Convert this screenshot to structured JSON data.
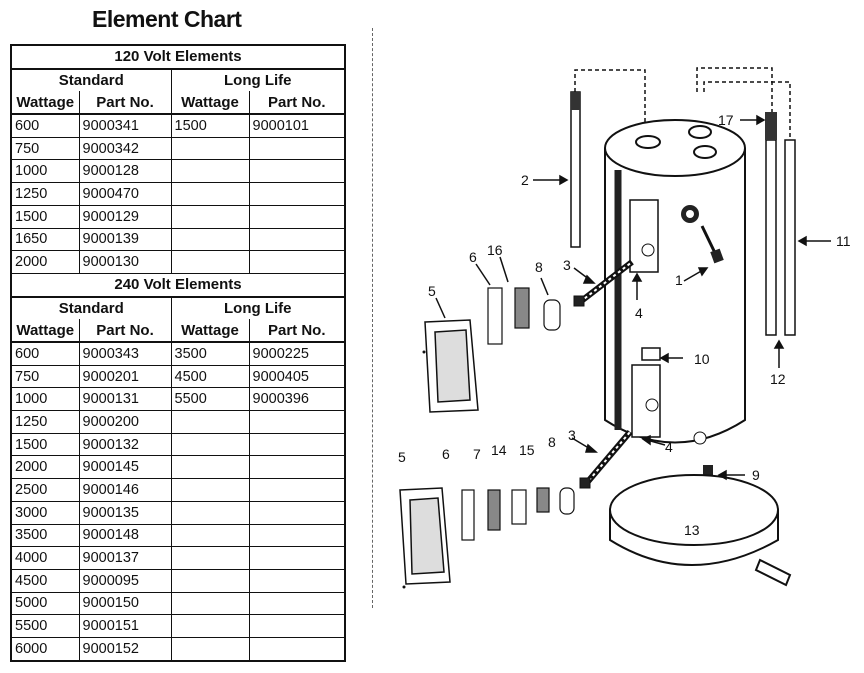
{
  "title": "Element Chart",
  "sections": [
    {
      "heading": "120 Volt Elements",
      "group_standard": "Standard",
      "group_longlife": "Long Life",
      "col_wattage": "Wattage",
      "col_partno": "Part No.",
      "rows": [
        [
          "600",
          "9000341",
          "1500",
          "9000101"
        ],
        [
          "750",
          "9000342",
          "",
          ""
        ],
        [
          "1000",
          "9000128",
          "",
          ""
        ],
        [
          "1250",
          "9000470",
          "",
          ""
        ],
        [
          "1500",
          "9000129",
          "",
          ""
        ],
        [
          "1650",
          "9000139",
          "",
          ""
        ],
        [
          "2000",
          "9000130",
          "",
          ""
        ]
      ]
    },
    {
      "heading": "240 Volt Elements",
      "group_standard": "Standard",
      "group_longlife": "Long Life",
      "col_wattage": "Wattage",
      "col_partno": "Part No.",
      "rows": [
        [
          "600",
          "9000343",
          "3500",
          "9000225"
        ],
        [
          "750",
          "9000201",
          "4500",
          "9000405"
        ],
        [
          "1000",
          "9000131",
          "5500",
          "9000396"
        ],
        [
          "1250",
          "9000200",
          "",
          ""
        ],
        [
          "1500",
          "9000132",
          "",
          ""
        ],
        [
          "2000",
          "9000145",
          "",
          ""
        ],
        [
          "2500",
          "9000146",
          "",
          ""
        ],
        [
          "3000",
          "9000135",
          "",
          ""
        ],
        [
          "3500",
          "9000148",
          "",
          ""
        ],
        [
          "4000",
          "9000137",
          "",
          ""
        ],
        [
          "4500",
          "9000095",
          "",
          ""
        ],
        [
          "5000",
          "9000150",
          "",
          ""
        ],
        [
          "5500",
          "9000151",
          "",
          ""
        ],
        [
          "6000",
          "9000152",
          "",
          ""
        ]
      ]
    }
  ],
  "callouts": [
    "1",
    "2",
    "3",
    "3",
    "4",
    "4",
    "5",
    "5",
    "6",
    "6",
    "7",
    "8",
    "8",
    "9",
    "10",
    "11",
    "12",
    "13",
    "14",
    "15",
    "16",
    "17"
  ]
}
